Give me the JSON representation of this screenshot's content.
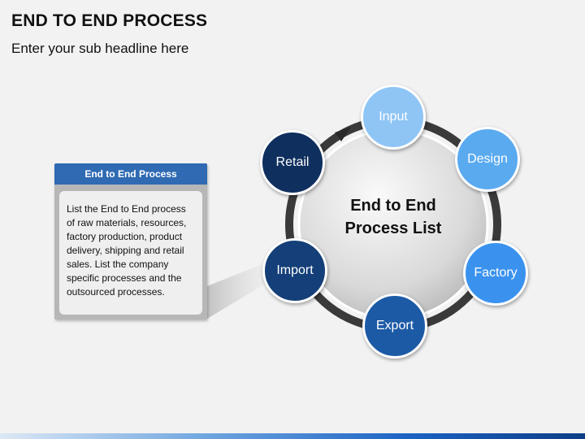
{
  "header": {
    "title": "END TO END PROCESS",
    "subtitle": "Enter your sub headline here"
  },
  "panel": {
    "heading": "End to End Process",
    "body": "List the End to End process of raw materials, resources, factory production, product delivery, shipping and retail sales. List the company specific processes and the outsourced processes."
  },
  "diagram": {
    "center_label_line1": "End to End",
    "center_label_line2": "Process List",
    "nodes": [
      {
        "label": "Input",
        "color": "#8ec5f5"
      },
      {
        "label": "Design",
        "color": "#5aaaf0"
      },
      {
        "label": "Factory",
        "color": "#3a92ee"
      },
      {
        "label": "Export",
        "color": "#1c5aa6"
      },
      {
        "label": "Import",
        "color": "#143f78"
      },
      {
        "label": "Retail",
        "color": "#0f2f5e"
      }
    ],
    "ring_color": "#3a3a3a",
    "hub_color": "#dcdcdc"
  },
  "colors": {
    "panel_header": "#2f6ab3",
    "panel_frame": "#b7b7b7"
  }
}
